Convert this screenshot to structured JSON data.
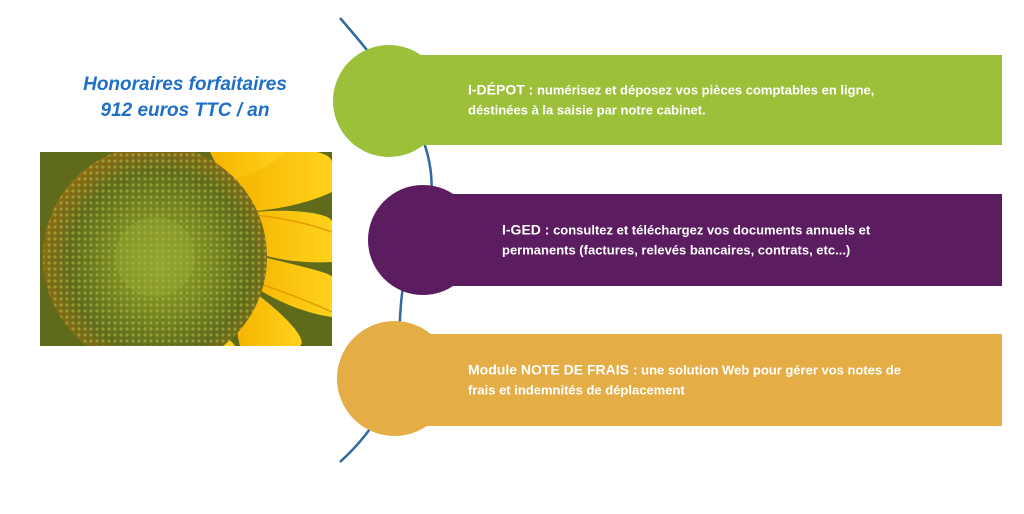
{
  "price": {
    "line1": "Honoraires forfaitaires",
    "line2": "912 euros TTC / an"
  },
  "colors": {
    "green": "#9cc03a",
    "purple": "#5b1c60",
    "gold": "#e5ad45",
    "connector": "#2f6aa3",
    "price_text": "#1f6fc8"
  },
  "items": [
    {
      "lead": "I-DÉPOT :",
      "line1": " numérisez et déposez vos pièces comptables en ligne,",
      "line2": "déstinées à la saisie par notre cabinet."
    },
    {
      "lead": "I-GED  :",
      "line1": " consultez et téléchargez vos documents annuels et",
      "line2": "permanents (factures, relevés bancaires, contrats, etc...)"
    },
    {
      "lead": "Module  NOTE DE FRAIS :",
      "line1": " une solution Web pour gérer vos notes de",
      "line2": "frais et indemnités de déplacement"
    }
  ],
  "image": {
    "icon": "sunflower-image"
  }
}
